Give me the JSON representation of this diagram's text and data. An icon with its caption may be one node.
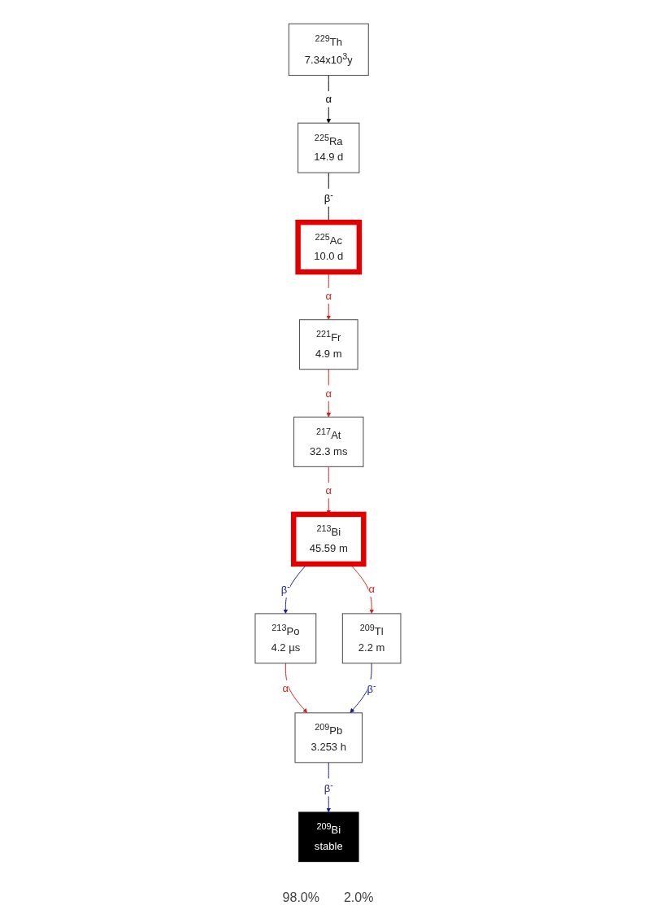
{
  "diagram": {
    "nodes": [
      {
        "text": [
          "$^{229}$Th",
          "7.34x10$^{3}$y"
        ]
      },
      {
        "text": [
          "$^{225}$Ac",
          "10.0 d"
        ]
      },
      {
        "text": [
          "$^{225}$Ra",
          "14.9 d"
        ]
      },
      {
        "text": [
          "$^{221}$Fr",
          "4.9 m"
        ]
      },
      {
        "text": [
          "$^{217}$At",
          "32.3 ms"
        ]
      },
      {
        "text": [
          "$^{213}$Po",
          "4.2 µs"
        ]
      },
      {
        "text": [
          "$^{213}$Bi",
          "45.59 m"
        ]
      },
      {
        "text": [
          "$^{209}$Bi",
          "stable"
        ]
      },
      {
        "text": [
          "$^{209}$Pb",
          "3.253 h"
        ]
      },
      {
        "text": [
          "$^{209}$Tl",
          "2.2 m"
        ]
      }
    ],
    "edges": [
      {
        "from": 0,
        "to": 2,
        "arrow": "to",
        "label": "α",
        "color": "#000000"
      },
      {
        "from": 2,
        "to": 1,
        "arrow": "none",
        "label": "β$^{-}$",
        "color": "#000000"
      },
      {
        "from": 1,
        "to": 3,
        "arrow": "to",
        "label": "α"
      },
      {
        "from": 3,
        "to": 4,
        "arrow": "to",
        "label": "α"
      },
      {
        "from": 4,
        "to": 6,
        "arrow": "to",
        "label": "α"
      },
      {
        "from": 6,
        "to": 5,
        "arrow": "to",
        "label": "β$^{-}$",
        "color": "#1a1aa0"
      },
      {
        "from": 5,
        "to": 8,
        "arrow": "to",
        "label": "α"
      },
      {
        "from": 6,
        "to": 9,
        "arrow": "to",
        "label": "α"
      },
      {
        "from": 9,
        "to": 8,
        "arrow": "to",
        "label": "β$^{-}$",
        "color": "#1a1aa0"
      },
      {
        "from": 8,
        "to": 7,
        "arrow": "to",
        "label": "β$^{-}$",
        "color": "#1a1aa0"
      }
    ],
    "labels": [
      "98.0%",
      "2.0%"
    ]
  }
}
